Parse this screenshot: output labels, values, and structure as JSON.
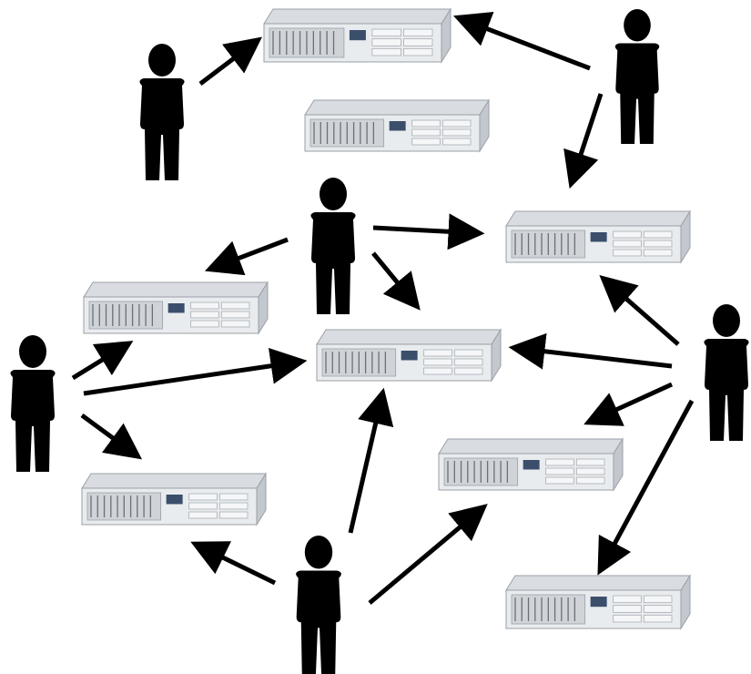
{
  "colors": {
    "background": "#ffffff",
    "person": "#000000",
    "arrow": "#000000",
    "server_top": "#d9dde2",
    "server_front": "#e9ecef",
    "server_edge": "#9aa0a6",
    "server_vents": "#6b7076",
    "server_display": "#3b4f6b"
  },
  "icons": {
    "person": "person-icon",
    "server": "server-icon"
  },
  "people": [
    {
      "id": "user-top-left",
      "label": ""
    },
    {
      "id": "user-top-right",
      "label": ""
    },
    {
      "id": "user-center",
      "label": ""
    },
    {
      "id": "user-left",
      "label": ""
    },
    {
      "id": "user-right",
      "label": ""
    },
    {
      "id": "user-bottom",
      "label": ""
    }
  ],
  "servers": [
    {
      "id": "server-top",
      "label": ""
    },
    {
      "id": "server-upper-middle",
      "label": ""
    },
    {
      "id": "server-right-upper",
      "label": ""
    },
    {
      "id": "server-left",
      "label": ""
    },
    {
      "id": "server-center",
      "label": ""
    },
    {
      "id": "server-right-middle",
      "label": ""
    },
    {
      "id": "server-bottom-left",
      "label": ""
    },
    {
      "id": "server-bottom-right",
      "label": ""
    }
  ],
  "connections": [
    {
      "from": "user-top-left",
      "to": "server-top"
    },
    {
      "from": "user-top-right",
      "to": "server-top"
    },
    {
      "from": "user-top-right",
      "to": "server-right-upper"
    },
    {
      "from": "user-center",
      "to": "server-left"
    },
    {
      "from": "user-center",
      "to": "server-right-upper"
    },
    {
      "from": "user-center",
      "to": "server-center"
    },
    {
      "from": "user-left",
      "to": "server-left"
    },
    {
      "from": "user-left",
      "to": "server-center"
    },
    {
      "from": "user-left",
      "to": "server-bottom-left"
    },
    {
      "from": "user-right",
      "to": "server-right-upper"
    },
    {
      "from": "user-right",
      "to": "server-center"
    },
    {
      "from": "user-right",
      "to": "server-right-middle"
    },
    {
      "from": "user-right",
      "to": "server-bottom-right"
    },
    {
      "from": "user-bottom",
      "to": "server-bottom-left"
    },
    {
      "from": "user-bottom",
      "to": "server-center"
    },
    {
      "from": "user-bottom",
      "to": "server-right-middle"
    }
  ]
}
